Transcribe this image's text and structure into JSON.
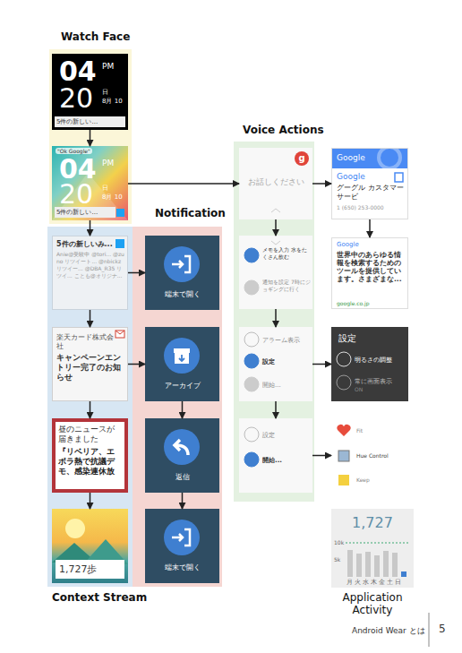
{
  "diagram": {
    "nodes": [
      {
        "text": [
          "Watch Face"
        ]
      },
      {
        "text": [
          "04",
          "PM",
          "20",
          "日",
          "8月 10",
          "5件の新しい..."
        ],
        "in": 0
      },
      {
        "text": [
          "\"Ok Google\"",
          "04",
          "PM",
          "20",
          "日",
          "8月 10",
          "5件の新しい..."
        ],
        "in": 0
      },
      {
        "text": [
          "Context Stream"
        ]
      },
      {
        "text": [
          "5件の新しいみ...",
          "Anie@受験中 @tori... @zuno リツイート... @nbickz リツイー... @DBA_R35 リツイ... ことも@オリジナ..."
        ],
        "in": 3
      },
      {
        "text": [
          "楽天カード株式会社",
          "キャンペーンエントリー完了のお知らせ"
        ],
        "in": 3
      },
      {
        "text": [
          "昼のニュースが届きました",
          "『リベリア、エボラ熱で抗議デモ、感染連休放"
        ],
        "in": 3
      },
      {
        "text": [
          "1,727歩"
        ],
        "in": 3
      },
      {
        "text": [
          "Notification"
        ]
      },
      {
        "text": [
          "端末で開く"
        ],
        "in": 8
      },
      {
        "text": [
          "アーカイブ"
        ],
        "in": 8
      },
      {
        "text": [
          "返信"
        ],
        "in": 8
      },
      {
        "text": [
          "端末で開く"
        ],
        "in": 8
      },
      {
        "text": [
          "Voice Actions"
        ]
      },
      {
        "text": [
          "g",
          "お話しください"
        ],
        "in": 13
      },
      {
        "text": [
          "メモを入力 水をたくさん飲む",
          "通知を設定 7時にジョギングに行く"
        ],
        "in": 13
      },
      {
        "text": [
          "アラーム表示",
          "設定",
          "開始..."
        ],
        "in": 13
      },
      {
        "text": [
          "設定",
          "開始..."
        ],
        "in": 13
      },
      {
        "text": [
          "Google",
          "Google",
          "グーグル カスタマー サービ",
          "1 (650) 253-0000"
        ]
      },
      {
        "text": [
          "Google",
          "世界中のあらゆる情報を検索するためのツールを提供しています。さまざまな...",
          "google.co.jp"
        ]
      },
      {
        "text": [
          "設定",
          "明るさの調整",
          "常に画面表示",
          "ON"
        ]
      },
      {
        "text": [
          "Fit",
          "Hue Control",
          "Keep"
        ]
      },
      {
        "text": [
          "1,727",
          "10k",
          "5k",
          "月 火 水 木 金 土 日",
          "Application Activity"
        ]
      }
    ],
    "edges": [
      {
        "from": 1,
        "to": 2,
        "arrow": "to"
      },
      {
        "from": 2,
        "to": 4,
        "arrow": "to"
      },
      {
        "from": 4,
        "to": 5,
        "arrow": "to"
      },
      {
        "from": 5,
        "to": 6,
        "arrow": "to"
      },
      {
        "from": 6,
        "to": 7,
        "arrow": "to"
      },
      {
        "from": 4,
        "to": 9,
        "arrow": "to"
      },
      {
        "from": 5,
        "to": 10,
        "arrow": "to"
      },
      {
        "from": 10,
        "to": 11,
        "arrow": "to"
      },
      {
        "from": 11,
        "to": 12,
        "arrow": "to"
      },
      {
        "from": 2,
        "to": 14,
        "arrow": "to"
      },
      {
        "from": 14,
        "to": 15,
        "arrow": "to"
      },
      {
        "from": 15,
        "to": 16,
        "arrow": "to"
      },
      {
        "from": 16,
        "to": 17,
        "arrow": "to"
      },
      {
        "from": 14,
        "to": 18,
        "arrow": "to"
      },
      {
        "from": 18,
        "to": 19,
        "arrow": "to"
      },
      {
        "from": 16,
        "to": 20,
        "arrow": "to"
      },
      {
        "from": 17,
        "to": 21,
        "arrow": "to"
      }
    ],
    "labels": [
      "Android Wear とは",
      "5"
    ]
  }
}
